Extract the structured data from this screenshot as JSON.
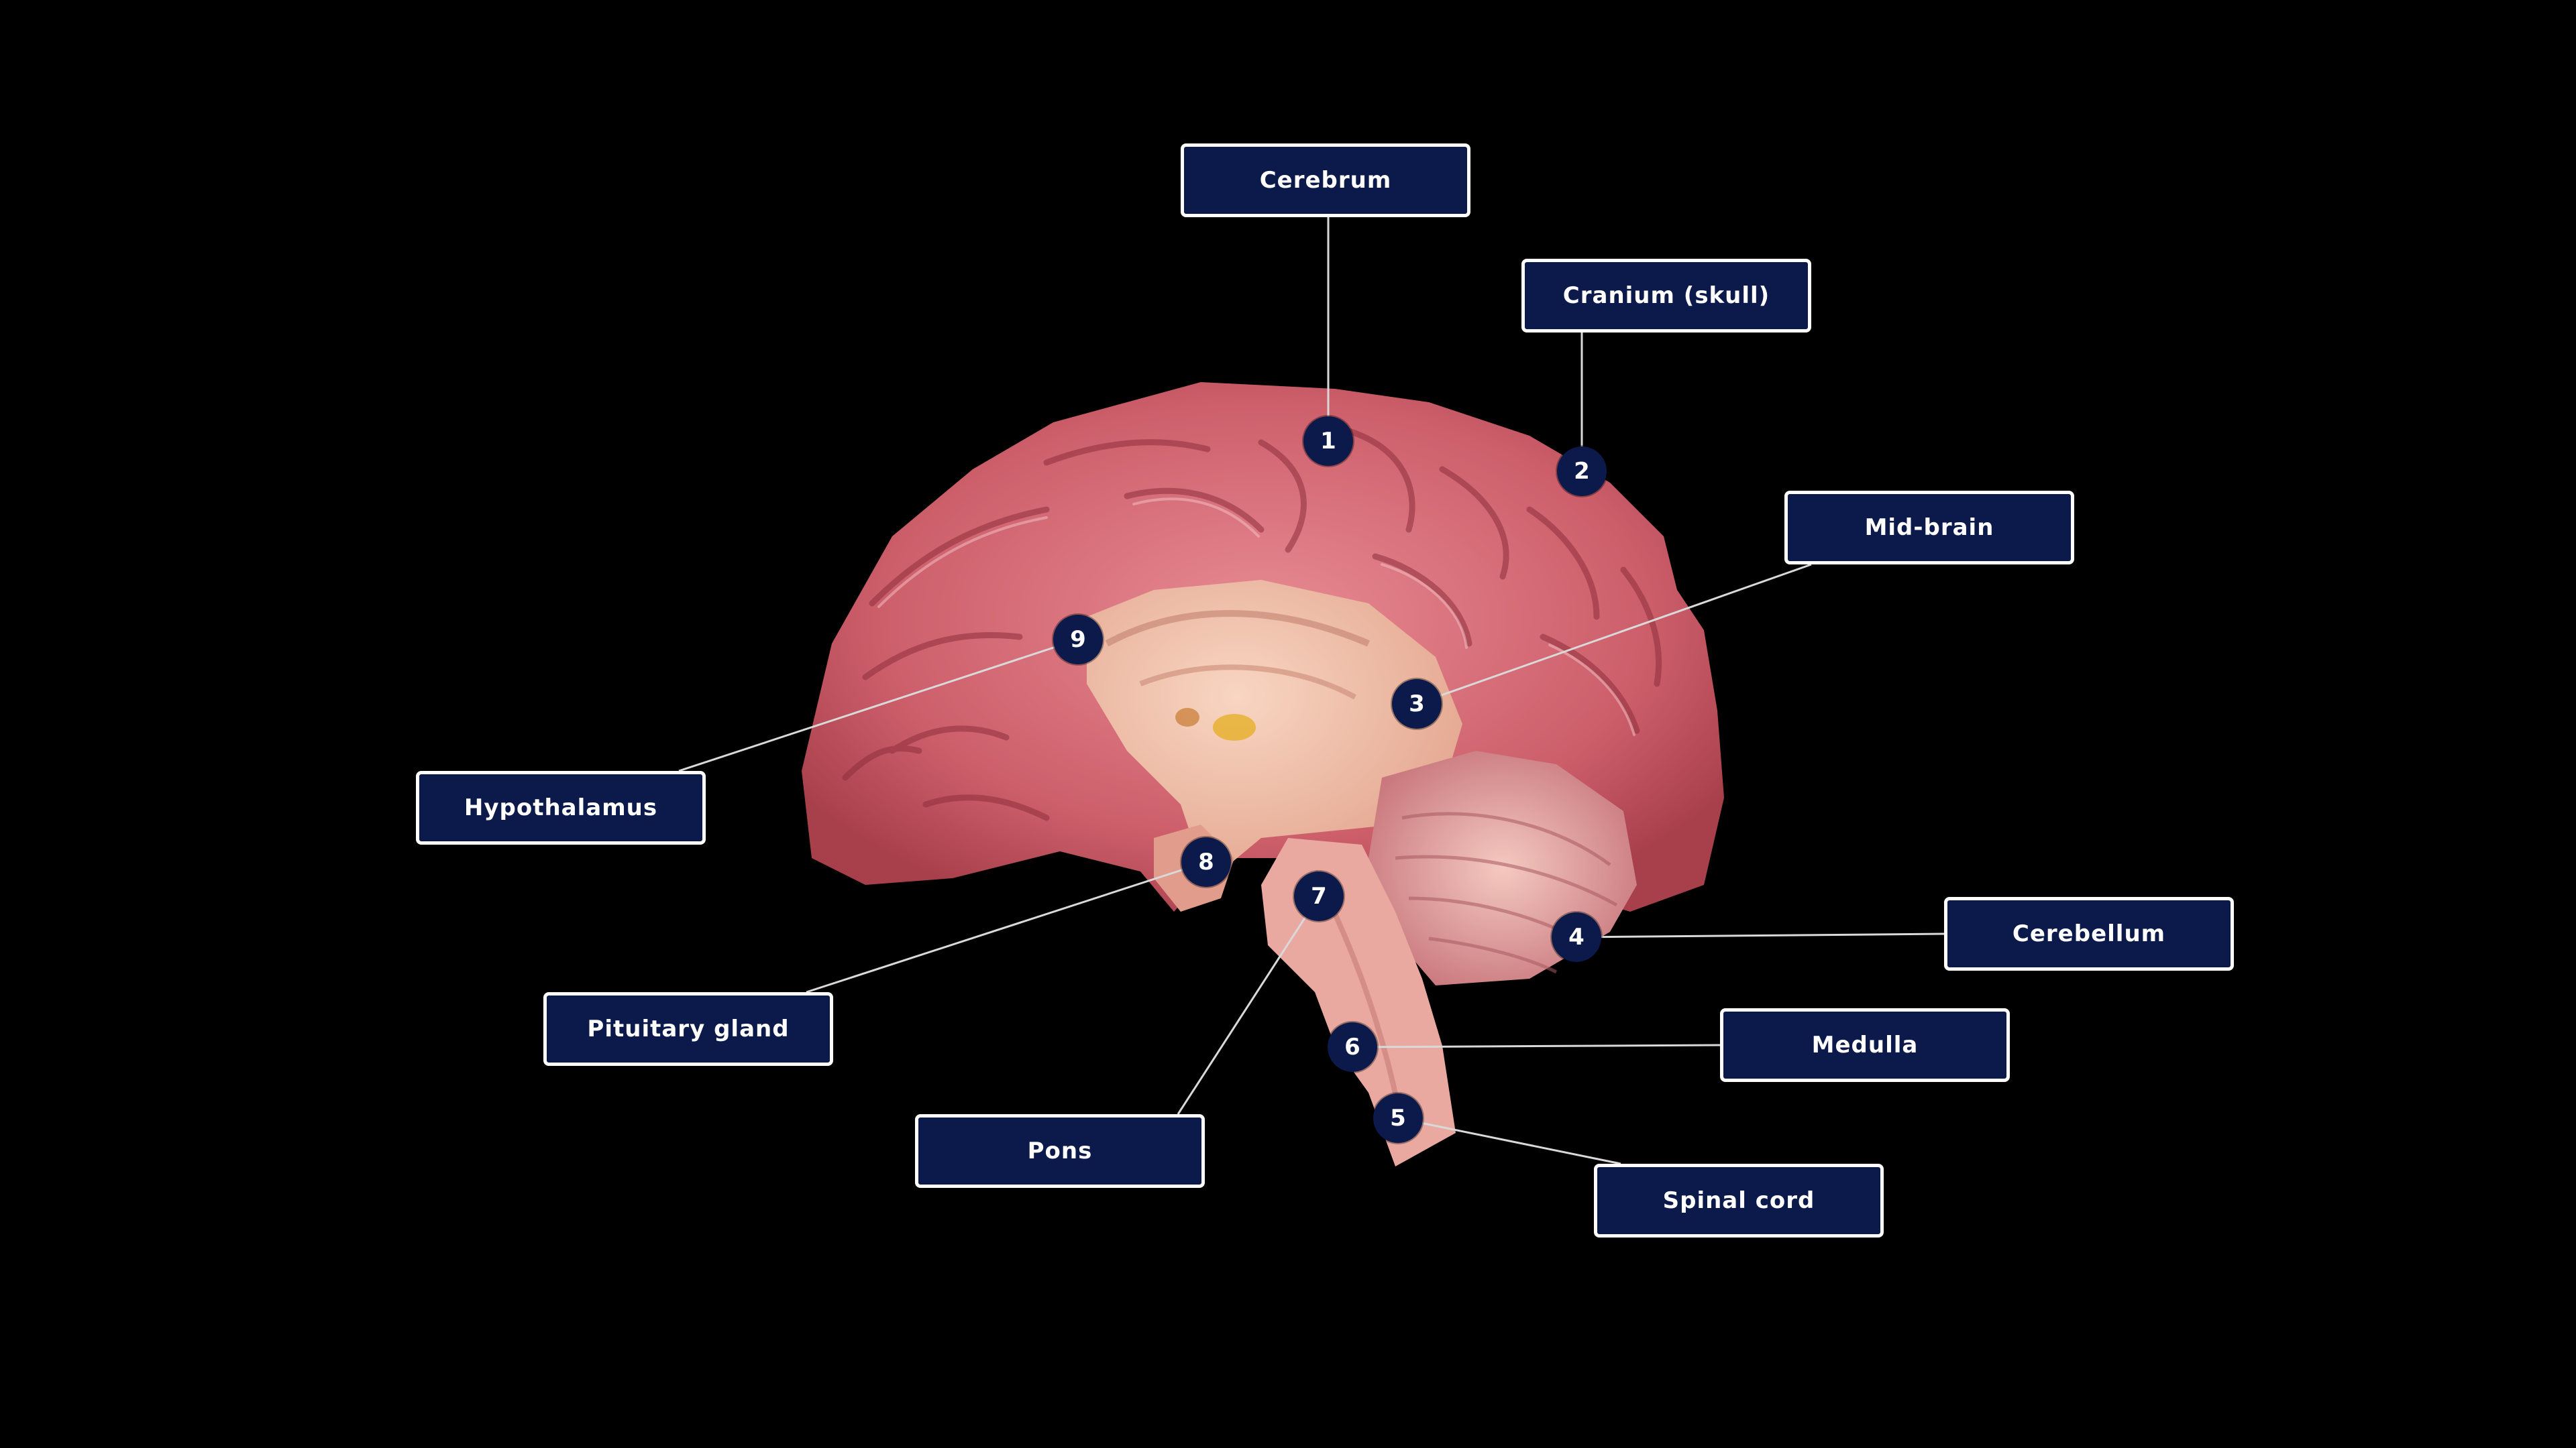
{
  "labels": [
    {
      "num": "1",
      "text": "Cerebrum"
    },
    {
      "num": "2",
      "text": "Cranium (skull)"
    },
    {
      "num": "3",
      "text": "Mid-brain"
    },
    {
      "num": "4",
      "text": "Cerebellum"
    },
    {
      "num": "5",
      "text": "Spinal cord"
    },
    {
      "num": "6",
      "text": "Medulla"
    },
    {
      "num": "7",
      "text": "Pons"
    },
    {
      "num": "8",
      "text": "Pituitary gland"
    },
    {
      "num": "9",
      "text": "Hypothalamus"
    }
  ],
  "colors": {
    "background": "#000000",
    "label_fill": "#0b1a4a",
    "label_border": "#ffffff",
    "cortex": "#d8707a",
    "inner": "#f0bfa6"
  }
}
